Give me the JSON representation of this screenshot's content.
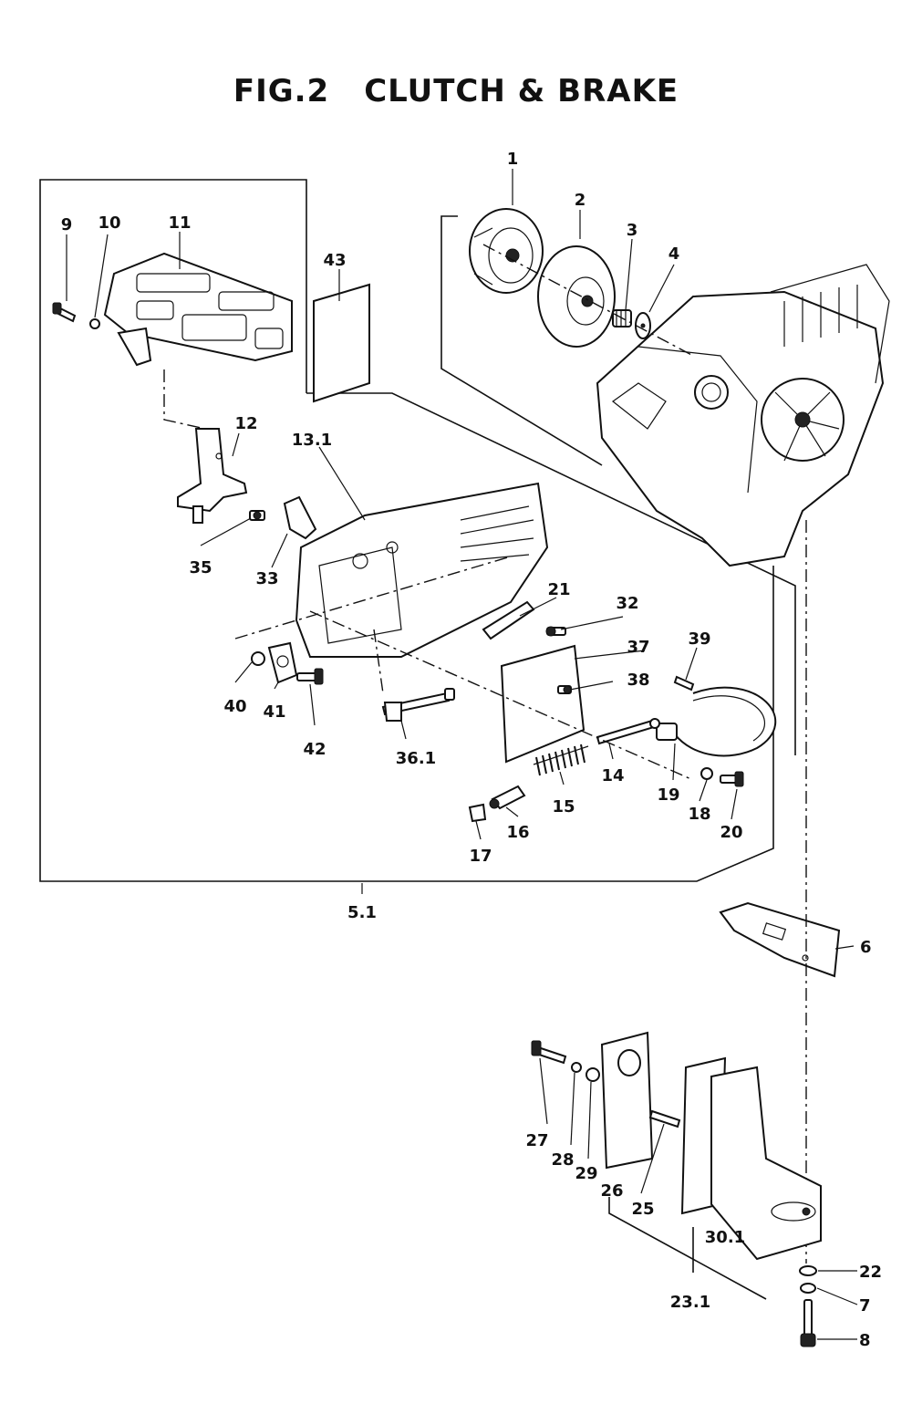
{
  "figure": {
    "number": "FIG.2",
    "title": "CLUTCH & BRAKE"
  },
  "parts": {
    "p1": "1",
    "p2": "2",
    "p3": "3",
    "p4": "4",
    "p5_1": "5.1",
    "p6": "6",
    "p7": "7",
    "p8": "8",
    "p9": "9",
    "p10": "10",
    "p11": "11",
    "p12": "12",
    "p13_1": "13.1",
    "p14": "14",
    "p15": "15",
    "p16": "16",
    "p17": "17",
    "p18": "18",
    "p19": "19",
    "p20": "20",
    "p21": "21",
    "p22": "22",
    "p23_1": "23.1",
    "p25": "25",
    "p26": "26",
    "p27": "27",
    "p28": "28",
    "p29": "29",
    "p30_1": "30.1",
    "p32": "32",
    "p33": "33",
    "p35": "35",
    "p36_1": "36.1",
    "p37": "37",
    "p38": "38",
    "p39": "39",
    "p40": "40",
    "p41": "41",
    "p42": "42",
    "p43": "43"
  }
}
